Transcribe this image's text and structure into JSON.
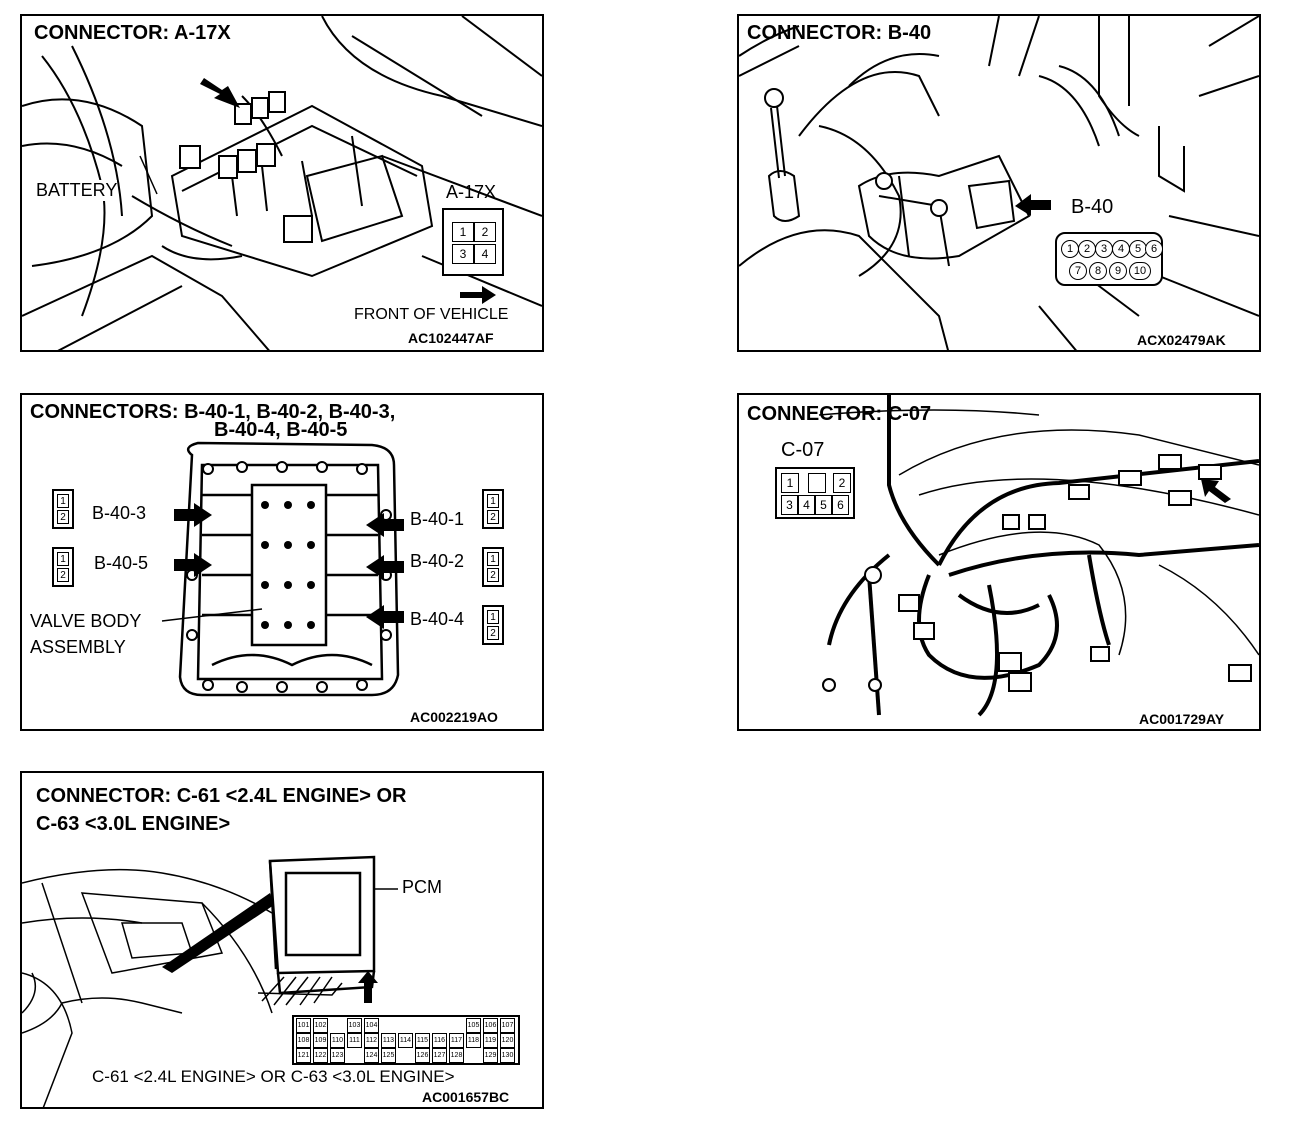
{
  "panels": {
    "a17x": {
      "title": "CONNECTOR: A-17X",
      "battery_label": "BATTERY",
      "connector_label": "A-17X",
      "pins": [
        "1",
        "2",
        "3",
        "4"
      ],
      "front_label": "FRONT OF VEHICLE",
      "code": "AC102447AF"
    },
    "b40": {
      "title": "CONNECTOR: B-40",
      "connector_label": "B-40",
      "pins": [
        "1",
        "2",
        "3",
        "4",
        "5",
        "6",
        "7",
        "8",
        "9",
        "10"
      ],
      "code": "ACX02479AK"
    },
    "b40x": {
      "title_line1": "CONNECTORS: B-40-1, B-40-2, B-40-3,",
      "title_line2": "B-40-4, B-40-5",
      "labels": {
        "b40_3": "B-40-3",
        "b40_5": "B-40-5",
        "b40_1": "B-40-1",
        "b40_2": "B-40-2",
        "b40_4": "B-40-4"
      },
      "mini_pins": [
        "1",
        "2"
      ],
      "valve_line1": "VALVE BODY",
      "valve_line2": "ASSEMBLY",
      "code": "AC002219AO"
    },
    "c07": {
      "title": "CONNECTOR: C-07",
      "connector_label": "C-07",
      "pins_top": [
        "1",
        "",
        "2"
      ],
      "pins_bottom": [
        "3",
        "4",
        "5",
        "6"
      ],
      "code": "AC001729AY"
    },
    "c61": {
      "title_line1": "CONNECTOR: C-61 <2.4L ENGINE> OR",
      "title_line2": "C-63 <3.0L ENGINE>",
      "pcm_label": "PCM",
      "caption": "C-61 <2.4L ENGINE> OR C-63 <3.0L ENGINE>",
      "code": "AC001657BC",
      "pins_row1": [
        "101",
        "102",
        "",
        "103",
        "104",
        "",
        "",
        "",
        "",
        "",
        "105",
        "106",
        "107"
      ],
      "pins_row2": [
        "108",
        "109",
        "110",
        "111",
        "112",
        "113",
        "114",
        "115",
        "116",
        "117",
        "118",
        "119",
        "120"
      ],
      "pins_row3": [
        "121",
        "122",
        "123",
        "",
        "124",
        "125",
        "",
        "126",
        "127",
        "128",
        "",
        "129",
        "130"
      ]
    }
  }
}
